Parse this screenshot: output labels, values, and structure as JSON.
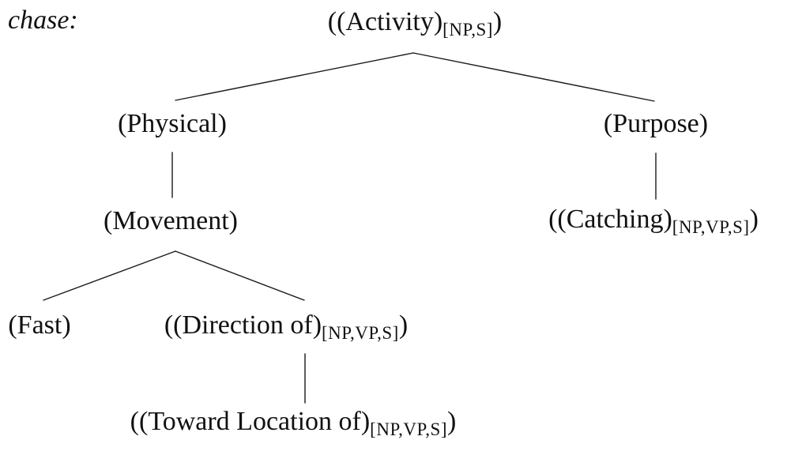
{
  "page": {
    "background_color": "#ffffff",
    "text_color": "#111111",
    "line_color": "#1a1a1a"
  },
  "label": {
    "word": "chase:"
  },
  "tree": {
    "activity": {
      "main": "((Activity)",
      "sub": "[NP,S]",
      "close": ")"
    },
    "physical": {
      "main": "(Physical)"
    },
    "purpose": {
      "main": "(Purpose)"
    },
    "movement": {
      "main": "(Movement)"
    },
    "catching": {
      "main": "((Catching)",
      "sub": "[NP,VP,S]",
      "close": ")"
    },
    "fast": {
      "main": "(Fast)"
    },
    "direction": {
      "main": "((Direction of)",
      "sub": "[NP,VP,S]",
      "close": ")"
    },
    "toward": {
      "main": "((Toward Location of)",
      "sub": "[NP,VP,S]",
      "close": ")"
    }
  },
  "hierarchy": {
    "root": "activity",
    "children": {
      "activity": [
        "physical",
        "purpose"
      ],
      "physical": [
        "movement"
      ],
      "purpose": [
        "catching"
      ],
      "movement": [
        "fast",
        "direction"
      ],
      "direction": [
        "toward"
      ]
    }
  }
}
